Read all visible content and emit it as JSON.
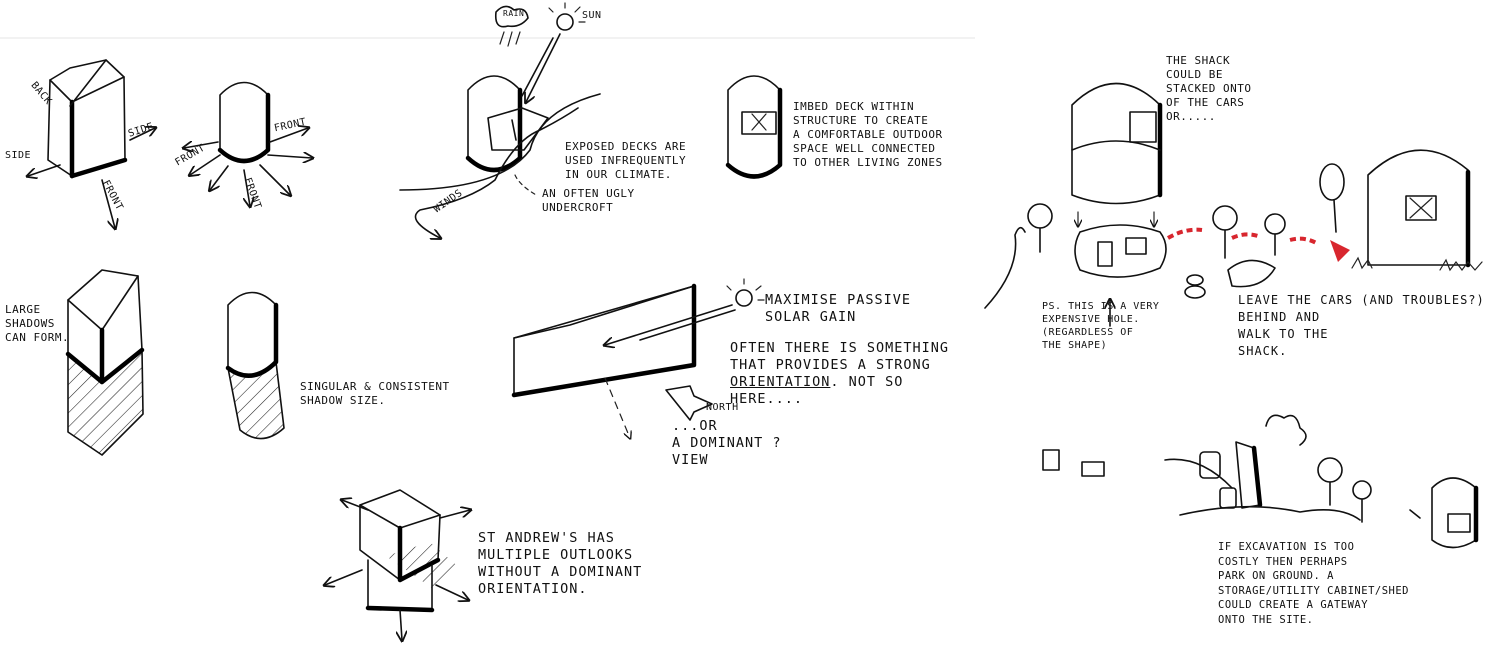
{
  "labels": {
    "back": "BACK",
    "side_right": "SIDE",
    "side_left": "SIDE",
    "front": "FRONT",
    "rain": "RAIN",
    "sun": "SUN",
    "winds": "WINDS",
    "north": "NORTH"
  },
  "notes": {
    "large_shadows": "LARGE\nSHADOWS\nCAN FORM.",
    "singular_shadow": "SINGULAR & CONSISTENT\nSHADOW SIZE.",
    "exposed_decks": "EXPOSED DECKS ARE\nUSED INFREQUENTLY\nIN OUR CLIMATE.",
    "undercroft": "AN OFTEN UGLY\nUNDERCROFT",
    "imbed_deck": "IMBED DECK WITHIN\nSTRUCTURE TO CREATE\nA COMFORTABLE OUTDOOR\nSPACE WELL CONNECTED\nTO OTHER LIVING ZONES",
    "passive_solar": "MAXIMISE PASSIVE\nSOLAR GAIN",
    "orientation_pre": "OFTEN THERE IS SOMETHING\nTHAT PROVIDES A STRONG\n",
    "orientation_word": "ORIENTATION",
    "orientation_post": ". NOT SO\nHERE....",
    "dominant_view": "...OR\nA DOMINANT ?\nVIEW",
    "st_andrews": "ST ANDREW'S HAS\nMULTIPLE OUTLOOKS\nWITHOUT A DOMINANT\nORIENTATION.",
    "shack_stacked": "THE SHACK\nCOULD BE\nSTACKED ONTO\nOF THE CARS\nOR.....",
    "expensive_hole": "PS. THIS IS A VERY\nEXPENSIVE HOLE.\n(REGARDLESS OF\nTHE SHAPE)",
    "leave_cars": "LEAVE THE CARS (AND TROUBLES?)\nBEHIND AND\nWALK TO THE\nSHACK.",
    "excavation": "IF EXCAVATION IS TOO\nCOSTLY THEN PERHAPS\nPARK ON GROUND. A\nSTORAGE/UTILITY CABINET/SHED\nCOULD CREATE A GATEWAY\nONTO THE SITE."
  },
  "colors": {
    "ink": "#111111",
    "accent": "#d8262e",
    "paper": "#ffffff"
  }
}
